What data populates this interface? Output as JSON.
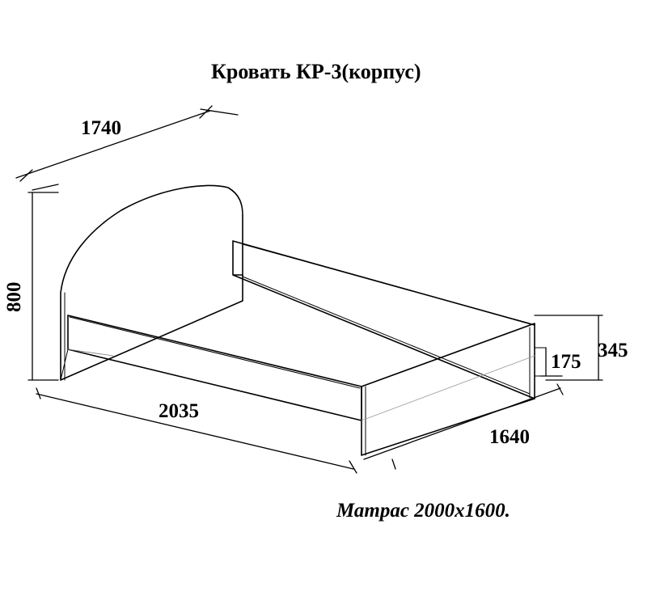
{
  "title": "Кровать КР-3(корпус)",
  "dimensions": {
    "width_top": "1740",
    "height": "800",
    "length": "2035",
    "depth": "1640",
    "rail_height": "175",
    "side_height": "345"
  },
  "note": "Матрас 2000х1600."
}
